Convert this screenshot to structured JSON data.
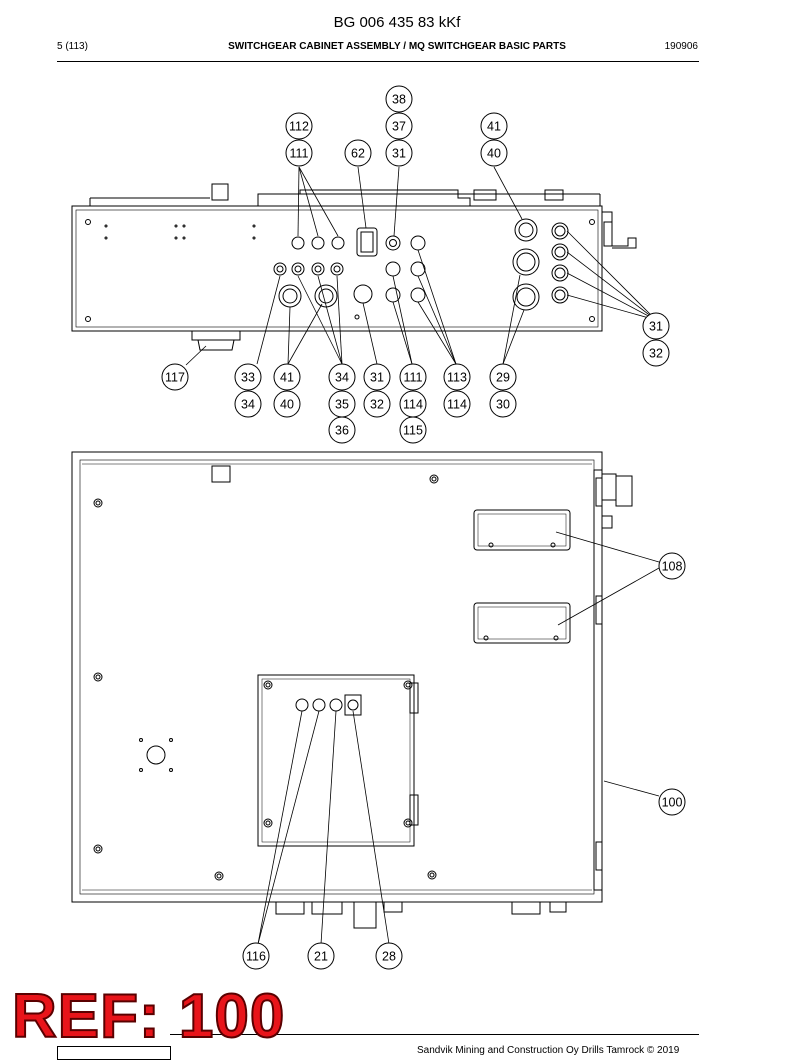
{
  "header": {
    "doc_number": "BG 006 435 83 kKf",
    "page": "5 (113)",
    "section": "SWITCHGEAR CABINET ASSEMBLY / MQ SWITCHGEAR BASIC PARTS",
    "date": "190906"
  },
  "footer": {
    "copyright": "Sandvik Mining and Construction Oy Drills Tamrock © 2019"
  },
  "stamp": {
    "text": "REF: 100",
    "color": "#e8141a"
  },
  "callouts": {
    "top_view": [
      "38",
      "37",
      "31",
      "112",
      "111",
      "62",
      "41",
      "40",
      "31",
      "32",
      "117",
      "33",
      "34",
      "41",
      "40",
      "34",
      "35",
      "36",
      "31",
      "32",
      "111",
      "114",
      "115",
      "113",
      "114",
      "29",
      "30"
    ],
    "front_view": [
      "108",
      "100",
      "116",
      "21",
      "28"
    ]
  }
}
